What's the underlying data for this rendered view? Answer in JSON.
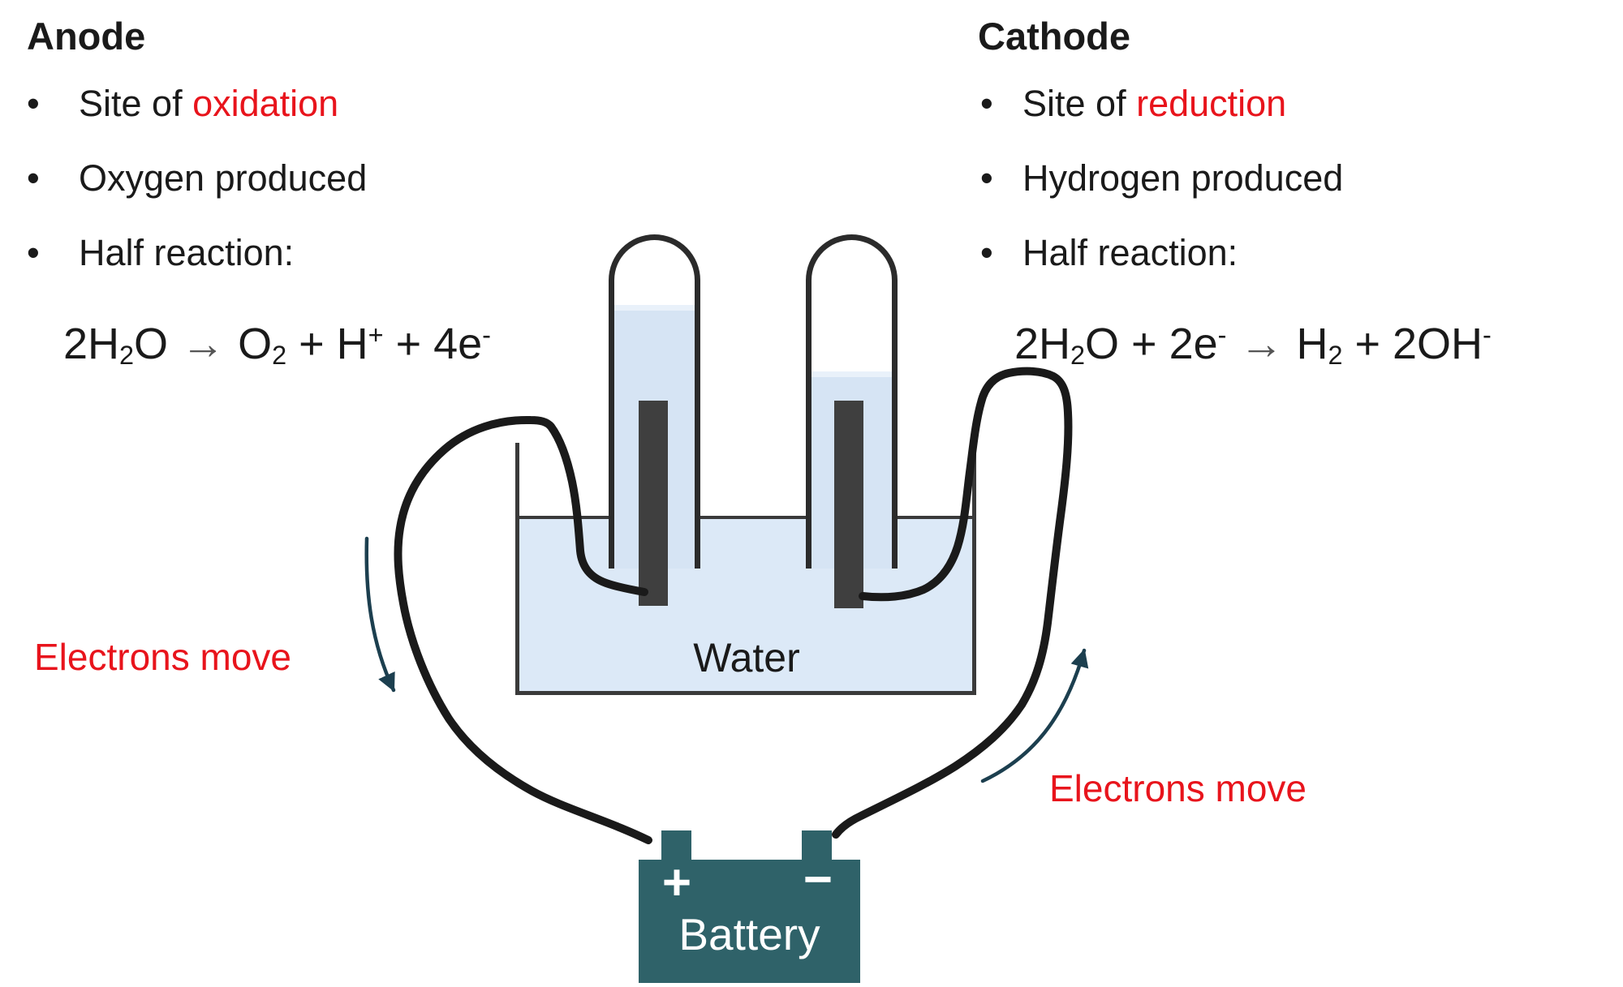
{
  "colors": {
    "red": "#e8141c",
    "black": "#1a1a1a",
    "battery": "#2f6269",
    "water": "#dce9f7",
    "tube_liquid": "#d6e4f4",
    "liquid_highlight": "#e9f1fa",
    "outline": "#3a3a3a",
    "tube_outline": "#2b2b2b",
    "electrode": "#3f3f3f",
    "wire": "#1a1a1a",
    "arrow": "#1c3f4f",
    "eq_arrow": "#555555"
  },
  "anode": {
    "title": "Anode",
    "bullets": [
      [
        {
          "text": "Site of "
        },
        {
          "text": "oxidation",
          "red": true
        }
      ],
      [
        {
          "text": "Oxygen produced"
        }
      ],
      [
        {
          "text": "Half reaction:"
        }
      ]
    ],
    "equation": [
      {
        "text": "2H"
      },
      {
        "text": "2",
        "style": "sub"
      },
      {
        "text": "O"
      },
      {
        "text": "→",
        "style": "arrow"
      },
      {
        "text": "O"
      },
      {
        "text": "2",
        "style": "sub"
      },
      {
        "text": " + H"
      },
      {
        "text": "+",
        "style": "sup"
      },
      {
        "text": " + 4e"
      },
      {
        "text": "-",
        "style": "sup"
      }
    ]
  },
  "cathode": {
    "title": "Cathode",
    "bullets": [
      [
        {
          "text": "Site of "
        },
        {
          "text": "reduction",
          "red": true
        }
      ],
      [
        {
          "text": "Hydrogen produced"
        }
      ],
      [
        {
          "text": "Half reaction:"
        }
      ]
    ],
    "equation": [
      {
        "text": "2H"
      },
      {
        "text": "2",
        "style": "sub"
      },
      {
        "text": "O + 2e"
      },
      {
        "text": "-",
        "style": "sup"
      },
      {
        "text": "→",
        "style": "arrow"
      },
      {
        "text": "H"
      },
      {
        "text": "2",
        "style": "sub"
      },
      {
        "text": " + 2OH"
      },
      {
        "text": "-",
        "style": "sup"
      }
    ]
  },
  "diagram": {
    "bullet_glyph": "•",
    "water_label": "Water",
    "battery": {
      "label": "Battery",
      "plus": "+",
      "minus": "−"
    },
    "electron_flow_left": "Electrons move",
    "electron_flow_right": "Electrons move"
  }
}
